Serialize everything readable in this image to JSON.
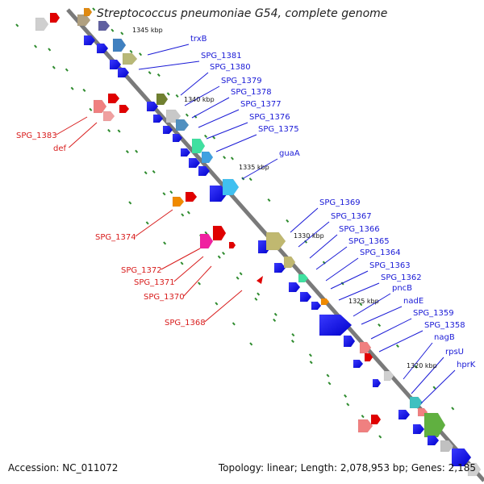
{
  "title": "Streptococcus pneumoniae G54, complete genome",
  "footer": {
    "accession": "Accession: NC_011072",
    "topology": "Topology: linear; Length: 2,078,953 bp; Genes: 2,185"
  },
  "colors": {
    "backbone": "#808080",
    "right_label": "#1a1ad6",
    "left_label": "#d81c1c",
    "tick": "#2e8b2e"
  },
  "kbp_marks": [
    "1345 kbp",
    "1340 kbp",
    "1335 kbp",
    "1330 kbp",
    "1325 kbp",
    "1320 kbp"
  ],
  "right_labels": [
    "trxB",
    "SPG_1381",
    "SPG_1380",
    "SPG_1379",
    "SPG_1378",
    "SPG_1377",
    "SPG_1376",
    "SPG_1375",
    "guaA",
    "SPG_1369",
    "SPG_1367",
    "SPG_1366",
    "SPG_1365",
    "SPG_1364",
    "SPG_1363",
    "SPG_1362",
    "pncB",
    "nadE",
    "SPG_1359",
    "SPG_1358",
    "nagB",
    "rpsU",
    "hprK"
  ],
  "left_labels": [
    "SPG_1383",
    "def",
    "SPG_1374",
    "SPG_1372",
    "SPG_1371",
    "SPG_1370",
    "SPG_1368"
  ]
}
